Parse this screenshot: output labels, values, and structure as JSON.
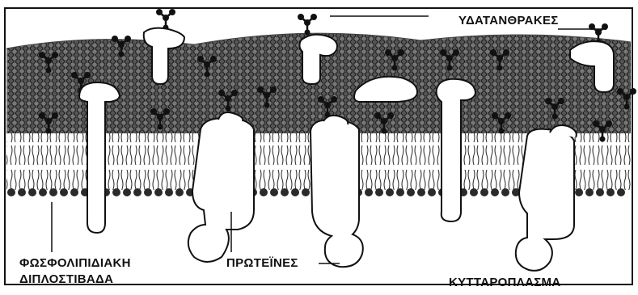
{
  "labels": {
    "carbohydrates": "ΥΔΑΤΑΝΘΡΑΚΕΣ",
    "phospholipid_line1": "ΦΩΣΦΟΛΙΠΙΔΙΑΚΗ",
    "phospholipid_line2": "ΔΙΠΛΟΣΤΙΒΑΔΑ",
    "proteins": "ΠΡΩΤΕΪΝΕΣ",
    "cytoplasm": "ΚΥΤΤΑΡΟΠΛΑΣΜΑ"
  },
  "colors": {
    "outline": "#111111",
    "head_fill": "#2a2a2a",
    "protein_fill": "#ffffff",
    "background": "#ffffff"
  }
}
